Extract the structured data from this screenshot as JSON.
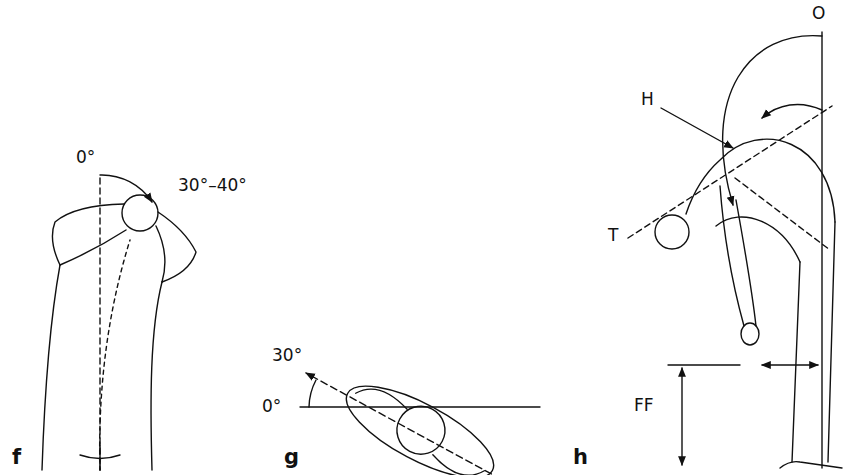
{
  "diagram": {
    "labels": [
      "0°",
      "30°–40°",
      "f",
      "30°",
      "0°",
      "g",
      "O",
      "H",
      "T",
      "FF",
      "h"
    ]
  }
}
